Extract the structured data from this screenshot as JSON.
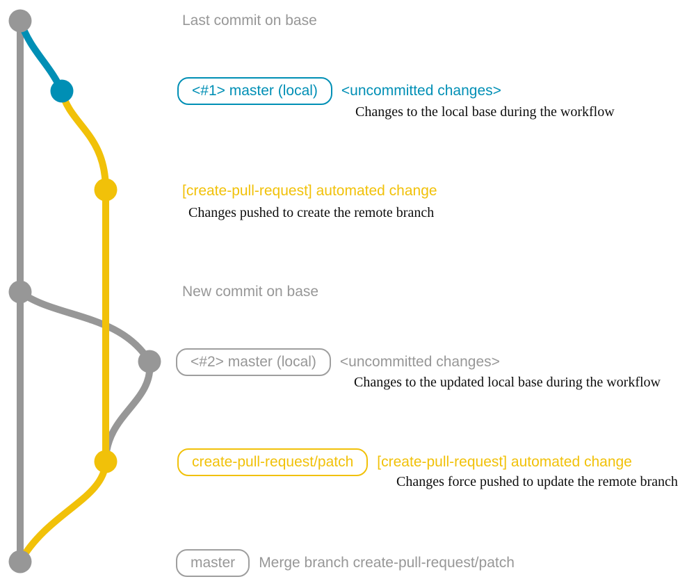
{
  "colors": {
    "gray": "#979797",
    "blue": "#008fb5",
    "yellow": "#f1c109",
    "note_text": "#0d0d0d",
    "background": "#ffffff"
  },
  "branches": {
    "base": "master",
    "remote_patch": "create-pull-request/patch"
  },
  "rows": [
    {
      "message": "Last commit on base"
    },
    {
      "badge": "<#1> master (local)",
      "message": "<uncommitted changes>",
      "note": "Changes to the local base during the workflow"
    },
    {
      "message": "[create-pull-request] automated change",
      "note": "Changes pushed to create the remote branch"
    },
    {
      "message": "New commit on base"
    },
    {
      "badge": "<#2> master (local)",
      "message": "<uncommitted changes>",
      "note": "Changes to the updated local base during the workflow"
    },
    {
      "badge": "create-pull-request/patch",
      "message": "[create-pull-request] automated change",
      "note": "Changes force pushed to update the remote branch"
    },
    {
      "badge": "master",
      "message": "Merge branch create-pull-request/patch"
    }
  ]
}
